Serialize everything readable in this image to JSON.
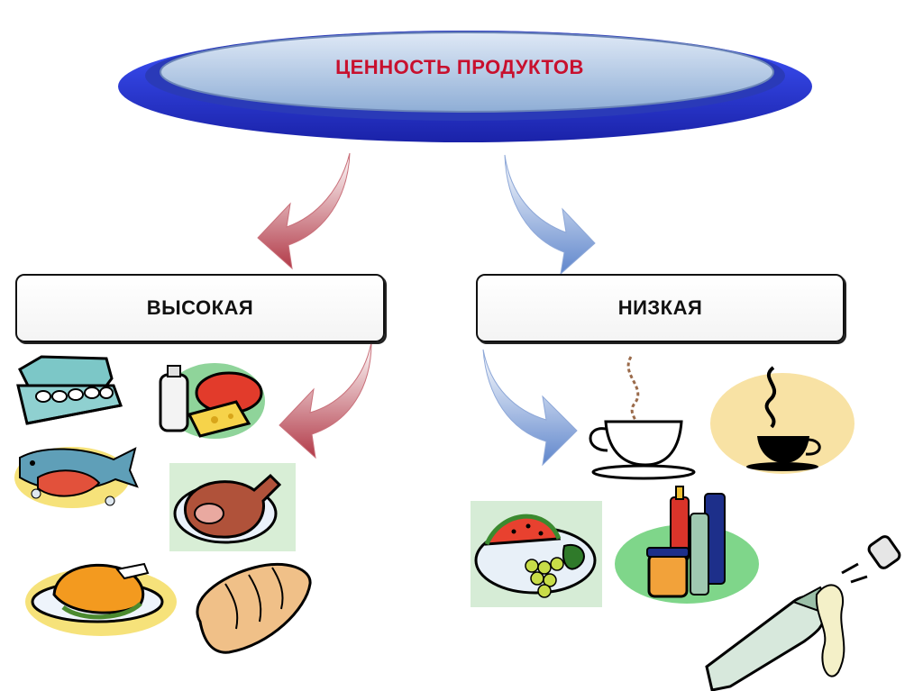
{
  "title": "ЦЕННОСТЬ ПРОДУКТОВ",
  "branches": [
    {
      "label": "ВЫСОКАЯ"
    },
    {
      "label": "НИЗКАЯ"
    }
  ],
  "colors": {
    "ellipse_outer": "#2f3fd6",
    "ellipse_inner": "#b8cde8",
    "title_text": "#c8102e",
    "arrow_left": "#b23a48",
    "arrow_right": "#6f8fd0"
  },
  "illustrations": {
    "high": [
      "eggs-carton-icon",
      "milk-cheese-icon",
      "fish-crayfish-icon",
      "ham-plate-icon",
      "roast-chicken-icon",
      "bread-loaf-icon"
    ],
    "low": [
      "coffee-cup-icon",
      "hot-cup-icon",
      "watermelon-grapes-icon",
      "bottles-jar-icon",
      "champagne-bottle-icon"
    ]
  }
}
